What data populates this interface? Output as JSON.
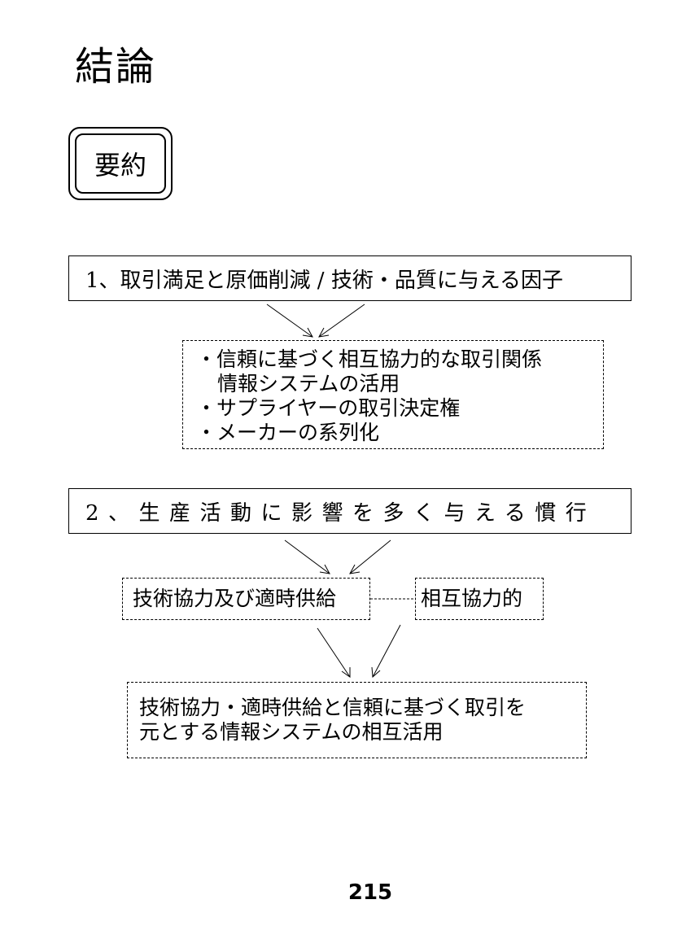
{
  "title": "結論",
  "badge": "要約",
  "factor1": {
    "label": "1、取引満足と原価削減 / 技術・品質に与える因子",
    "items": [
      "・信頼に基づく相互協力的な取引関係",
      "情報システムの活用",
      "・サプライヤーの取引決定権",
      "・メーカーの系列化"
    ]
  },
  "factor2": {
    "label": "2、生産活動に影響を多く与える慣行",
    "cooperation": "技術協力及び適時供給",
    "mutual": "相互協力的",
    "conclusion": [
      "技術協力・適時供給と信頼に基づく取引を",
      "元とする情報システムの相互活用"
    ]
  },
  "page_number": "215"
}
